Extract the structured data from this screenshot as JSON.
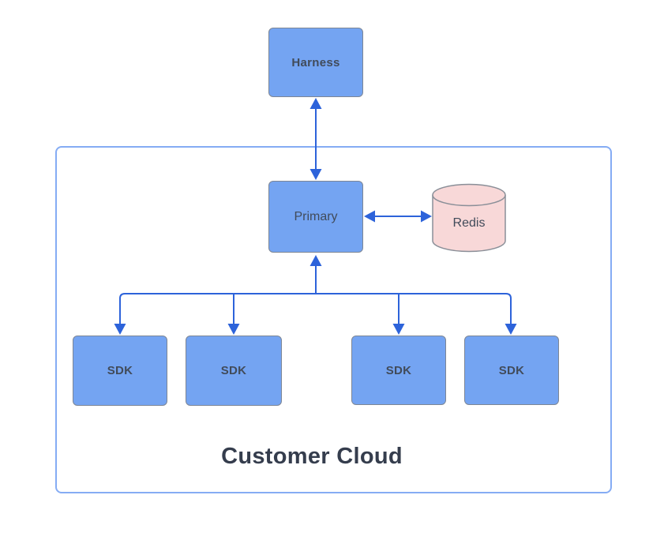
{
  "diagram": {
    "container_label": "Customer Cloud",
    "nodes": {
      "harness": {
        "label": "Harness"
      },
      "primary": {
        "label": "Primary"
      },
      "redis": {
        "label": "Redis"
      },
      "sdks": [
        {
          "label": "SDK"
        },
        {
          "label": "SDK"
        },
        {
          "label": "SDK"
        },
        {
          "label": "SDK"
        }
      ]
    },
    "connections": [
      {
        "from": "Harness",
        "to": "Primary",
        "arrows": "both"
      },
      {
        "from": "Primary",
        "to": "Redis",
        "arrows": "both"
      },
      {
        "from": "Primary",
        "to": "SDK-1",
        "arrows": "both"
      },
      {
        "from": "Primary",
        "to": "SDK-2",
        "arrows": "both"
      },
      {
        "from": "Primary",
        "to": "SDK-3",
        "arrows": "both"
      },
      {
        "from": "Primary",
        "to": "SDK-4",
        "arrows": "both"
      }
    ]
  },
  "colors": {
    "canvas_bg": "#ffffff",
    "node_fill": "#74a4f2",
    "node_border": "#7d8695",
    "node_text": "#414b5a",
    "arrow": "#2d63da",
    "container_border": "#85acf4",
    "redis_fill": "#f8d8d8",
    "redis_border": "#8a8f98",
    "title_text": "#353d4d"
  }
}
